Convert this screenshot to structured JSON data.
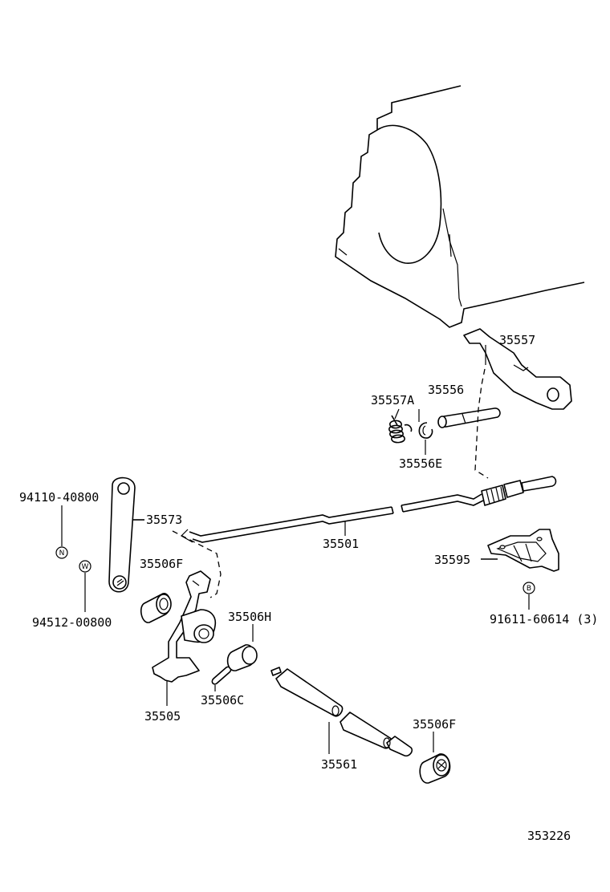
{
  "diagram": {
    "labels": {
      "p35557": "35557",
      "p35557A": "35557A",
      "p35556": "35556",
      "p35556E": "35556E",
      "p94110": "94110-40800",
      "p35573": "35573",
      "p35501": "35501",
      "p35595": "35595",
      "p35506F_upper": "35506F",
      "p94512": "94512-00800",
      "p91611": "91611-60614 (3)",
      "p35506H": "35506H",
      "p35505": "35505",
      "p35506C": "35506C",
      "p35506F_lower": "35506F",
      "p35561": "35561",
      "diagram_number": "353226"
    },
    "symbols": {
      "nut_symbol": "N",
      "washer_symbol": "W",
      "bolt_symbol": "B"
    }
  }
}
